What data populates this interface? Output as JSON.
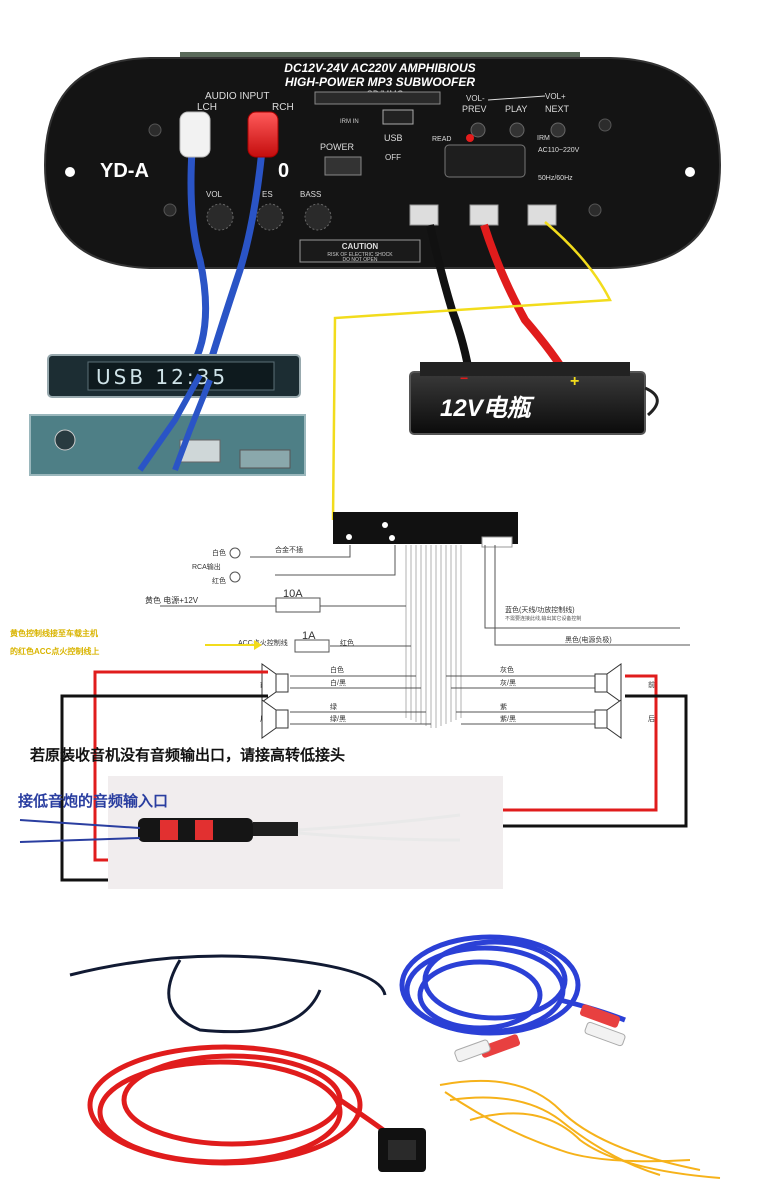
{
  "amp_panel": {
    "title_line1": "DC12V-24V AC220V AMPHIBIOUS",
    "title_line2": "HIGH-POWER MP3 SUBWOOFER",
    "sd_label": "SD/MMC",
    "audio_input": "AUDIO INPUT",
    "lch": "LCH",
    "rch": "RCH",
    "vol_minus": "VOL-",
    "vol_plus": "VOL+",
    "prev": "PREV",
    "play": "PLAY",
    "next": "NEXT",
    "irm_in": "IRM IN",
    "usb": "USB",
    "read": "READ",
    "irm": "IRM",
    "power": "POWER",
    "off": "OFF",
    "ac_range": "AC110~220V",
    "hz": "50Hz/60Hz",
    "model": "YD-A",
    "model_tail": "0",
    "vol": "VOL",
    "bass": "BASS",
    "es": "ES",
    "caution": "CAUTION",
    "caution_sub": "RISK OF ELECTRIC SHOCK",
    "caution_sub2": "DO NOT OPEN"
  },
  "head_unit": {
    "display": "USB 12:35"
  },
  "battery": {
    "label": "12V电瓶",
    "minus": "−",
    "plus": "+"
  },
  "wiring": {
    "white_small": "白色",
    "red_small": "红色",
    "rca_small": "RCA输出",
    "pin_label": "合金不插",
    "yellow_power": "黄色 电源+12V",
    "fuse_10a": "10A",
    "fuse_1a": "1A",
    "acc_label": "ACC点火控制线",
    "red_word": "红色",
    "note_line1": "黄色控制线接至车载主机",
    "note_line2": "的红色ACC点火控制线上",
    "blue_label": "蓝色(天线/功放控制线)",
    "blue_sub": "不需要连接此线,输出其它设备控制",
    "black_label": "黑色(电源负极)",
    "front": "前",
    "rear": "后",
    "white": "白色",
    "white_black": "白/黑",
    "green": "绿",
    "green_black": "绿/黑",
    "gray": "灰色",
    "gray_black": "灰/黑",
    "purple": "紫",
    "purple_black": "紫/黑",
    "right_front": "前",
    "right_rear": "后"
  },
  "notes": {
    "no_audio_out": "若原装收音机没有音频输出口，请接高转低接头",
    "sub_input": "接低音炮的音频输入口"
  }
}
